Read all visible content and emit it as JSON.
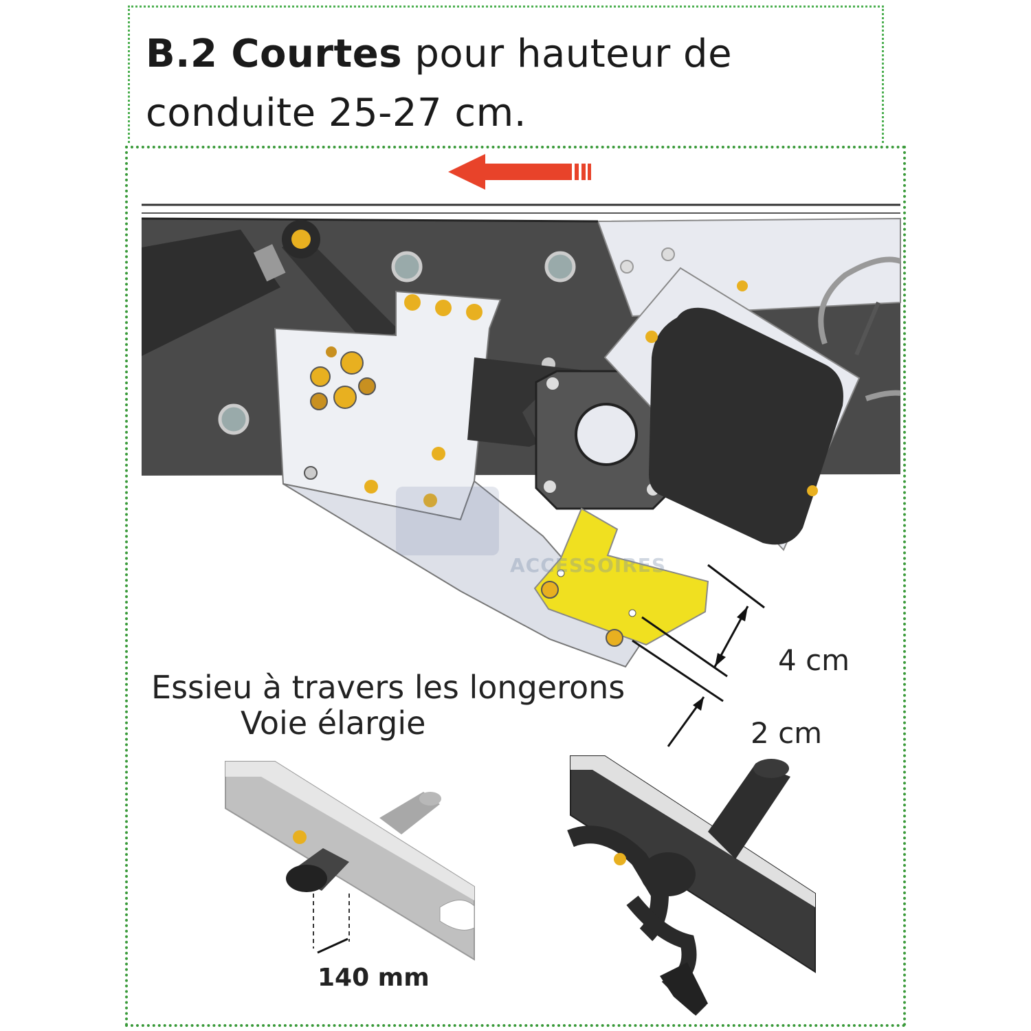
{
  "title": {
    "bold": "B.2 Courtes",
    "line1_rest": " pour hauteur de",
    "line2": "conduite 25-27 cm."
  },
  "captions": {
    "main_line1": "Essieu à travers les longerons",
    "main_line2": "Voie élargie"
  },
  "dimensions": {
    "upper": "4 cm",
    "lower": "2 cm",
    "axle_offset": "140 mm"
  },
  "watermark": "ACCESSOIRES",
  "colors": {
    "frame_border": "#4caf50",
    "arrow": "#e8432a",
    "bracket_yellow": "#f0e020",
    "chassis_dark": "#4a4a4a",
    "plate_light": "#e8eaf0",
    "bolt_gold": "#e8b020"
  }
}
